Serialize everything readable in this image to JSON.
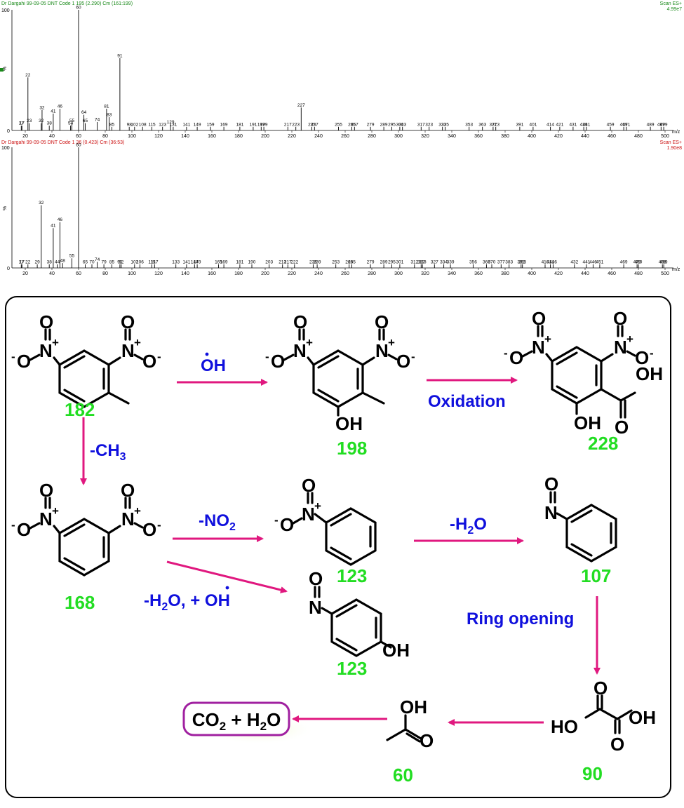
{
  "spectra": [
    {
      "header_left": "Dr Dargahi  99-09-05 DNT Code 1 195 (2.290) Cm (161:199)",
      "header_right": [
        "Scan ES+",
        "4.99e7"
      ],
      "color": "#1a8a1a",
      "y_top_label": "100",
      "y_mid_label": "%",
      "y_bottom_label": "0",
      "x_unit": "m/z",
      "x_ticks": [
        "20",
        "40",
        "60",
        "80",
        "100",
        "120",
        "140",
        "160",
        "180",
        "200",
        "220",
        "240",
        "260",
        "280",
        "300",
        "320",
        "340",
        "360",
        "380",
        "400",
        "420",
        "440",
        "460",
        "480",
        "500"
      ],
      "peaks": [
        [
          17,
          4,
          "17"
        ],
        [
          17.5,
          4,
          "17"
        ],
        [
          22,
          44,
          "22"
        ],
        [
          23,
          6,
          "23"
        ],
        [
          32,
          6,
          "32"
        ],
        [
          32.6,
          17,
          "32"
        ],
        [
          38,
          4,
          "38"
        ],
        [
          41,
          14,
          "41"
        ],
        [
          46,
          18,
          "46"
        ],
        [
          54,
          4,
          "54"
        ],
        [
          55,
          6,
          "55"
        ],
        [
          60,
          100,
          "60"
        ],
        [
          64,
          13,
          "64"
        ],
        [
          65,
          6,
          "65"
        ],
        [
          74,
          7,
          "74"
        ],
        [
          81,
          18,
          "81"
        ],
        [
          83,
          11,
          "83"
        ],
        [
          85,
          3,
          "85"
        ],
        [
          91,
          60,
          "91"
        ],
        [
          98,
          3,
          "98"
        ],
        [
          102,
          3,
          "102"
        ],
        [
          108,
          3,
          "108"
        ],
        [
          115,
          3,
          "115"
        ],
        [
          123,
          3,
          "123"
        ],
        [
          129,
          5,
          "129"
        ],
        [
          131,
          3,
          "131"
        ],
        [
          141,
          3,
          "141"
        ],
        [
          149,
          3,
          "149"
        ],
        [
          159,
          3,
          "159"
        ],
        [
          169,
          3,
          "169"
        ],
        [
          181,
          3,
          "181"
        ],
        [
          191,
          3,
          "191"
        ],
        [
          197,
          3,
          "197"
        ],
        [
          199,
          3,
          "199"
        ],
        [
          217,
          3,
          "217"
        ],
        [
          223,
          3,
          "223"
        ],
        [
          227,
          19,
          "227"
        ],
        [
          235,
          3,
          "235"
        ],
        [
          237,
          3,
          "237"
        ],
        [
          255,
          3,
          "255"
        ],
        [
          265,
          3,
          "265"
        ],
        [
          267,
          3,
          "267"
        ],
        [
          279,
          3,
          "279"
        ],
        [
          289,
          3,
          "289"
        ],
        [
          295,
          3,
          "295"
        ],
        [
          301,
          3,
          "301"
        ],
        [
          303,
          3,
          "303"
        ],
        [
          317,
          3,
          "317"
        ],
        [
          323,
          3,
          "323"
        ],
        [
          333,
          3,
          "333"
        ],
        [
          335,
          3,
          "335"
        ],
        [
          353,
          3,
          "353"
        ],
        [
          363,
          3,
          "363"
        ],
        [
          371,
          3,
          "371"
        ],
        [
          373,
          3,
          "373"
        ],
        [
          391,
          3,
          "391"
        ],
        [
          401,
          3,
          "401"
        ],
        [
          414,
          3,
          "414"
        ],
        [
          421,
          3,
          "421"
        ],
        [
          431,
          3,
          "431"
        ],
        [
          439,
          3,
          "439"
        ],
        [
          441,
          3,
          "441"
        ],
        [
          459,
          3,
          "459"
        ],
        [
          469,
          3,
          "469"
        ],
        [
          471,
          3,
          "471"
        ],
        [
          489,
          3,
          "489"
        ],
        [
          497,
          3,
          "497"
        ],
        [
          499,
          3,
          "499"
        ]
      ]
    },
    {
      "header_left": "Dr Dargahi  99-09-05 DNT Code 1 36 (0.423) Cm (36:53)",
      "header_right": [
        "Scan ES+",
        "1.90e8"
      ],
      "color": "#cc1111",
      "y_top_label": "100",
      "y_mid_label": "%",
      "y_bottom_label": "0",
      "x_unit": "m/z",
      "x_ticks": [
        "20",
        "40",
        "60",
        "80",
        "100",
        "120",
        "140",
        "160",
        "180",
        "200",
        "220",
        "240",
        "260",
        "280",
        "300",
        "320",
        "340",
        "360",
        "380",
        "400",
        "420",
        "440",
        "460",
        "480",
        "500"
      ],
      "peaks": [
        [
          17,
          3,
          "17"
        ],
        [
          17.5,
          3,
          "17"
        ],
        [
          22,
          3,
          "22"
        ],
        [
          29,
          3,
          "29"
        ],
        [
          32,
          52,
          "32"
        ],
        [
          38,
          3,
          "38"
        ],
        [
          41,
          33,
          "41"
        ],
        [
          44,
          3,
          "44"
        ],
        [
          46,
          38,
          "46"
        ],
        [
          48,
          4,
          "48"
        ],
        [
          55,
          8,
          "55"
        ],
        [
          60,
          100,
          "60"
        ],
        [
          65,
          3,
          "65"
        ],
        [
          70,
          3,
          "70"
        ],
        [
          74,
          5,
          "74"
        ],
        [
          79,
          3,
          "79"
        ],
        [
          85,
          3,
          "85"
        ],
        [
          91,
          3,
          "91"
        ],
        [
          92,
          3,
          "92"
        ],
        [
          102,
          3,
          "102"
        ],
        [
          106,
          3,
          "106"
        ],
        [
          115,
          3,
          "115"
        ],
        [
          117,
          3,
          "117"
        ],
        [
          133,
          3,
          "133"
        ],
        [
          141,
          3,
          "141"
        ],
        [
          147,
          3,
          "147"
        ],
        [
          149,
          3,
          "149"
        ],
        [
          165,
          3,
          "165"
        ],
        [
          169,
          3,
          "169"
        ],
        [
          181,
          3,
          "181"
        ],
        [
          190,
          3,
          "190"
        ],
        [
          203,
          3,
          "203"
        ],
        [
          213,
          3,
          "213"
        ],
        [
          217,
          3,
          "217"
        ],
        [
          222,
          3,
          "222"
        ],
        [
          236,
          3,
          "236"
        ],
        [
          239,
          3,
          "239"
        ],
        [
          253,
          3,
          "253"
        ],
        [
          263,
          3,
          "263"
        ],
        [
          265,
          3,
          "265"
        ],
        [
          279,
          3,
          "279"
        ],
        [
          289,
          3,
          "289"
        ],
        [
          295,
          3,
          "295"
        ],
        [
          301,
          3,
          "301"
        ],
        [
          312,
          3,
          "312"
        ],
        [
          317,
          3,
          "317"
        ],
        [
          318,
          3,
          "318"
        ],
        [
          327,
          3,
          "327"
        ],
        [
          334,
          3,
          "334"
        ],
        [
          339,
          3,
          "339"
        ],
        [
          356,
          3,
          "356"
        ],
        [
          366,
          3,
          "366"
        ],
        [
          370,
          3,
          "370"
        ],
        [
          377,
          3,
          "377"
        ],
        [
          383,
          3,
          "383"
        ],
        [
          392,
          3,
          "392"
        ],
        [
          393,
          3,
          "393"
        ],
        [
          410,
          3,
          "410"
        ],
        [
          414,
          3,
          "414"
        ],
        [
          416,
          3,
          "416"
        ],
        [
          432,
          3,
          "432"
        ],
        [
          441,
          3,
          "441"
        ],
        [
          446,
          3,
          "446"
        ],
        [
          451,
          3,
          "451"
        ],
        [
          469,
          3,
          "469"
        ],
        [
          479,
          3,
          "479"
        ],
        [
          480,
          3,
          "480"
        ],
        [
          498,
          3,
          "498"
        ],
        [
          499,
          3,
          "499"
        ]
      ]
    }
  ],
  "scheme": {
    "masses": {
      "dnt": "182",
      "hydroxy": "198",
      "acid": "228",
      "dnb": "168",
      "nitrobenzene": "123",
      "nitrosophenol": "123",
      "nitrosobenzene": "107",
      "oxalic": "90",
      "acetic": "60"
    },
    "conditions": {
      "oh": "OH",
      "oxidation": "Oxidation",
      "ch3_prefix": "-CH",
      "ch3_sub": "3",
      "no2_prefix": "-NO",
      "no2_sub": "2",
      "h2o_prefix": "-H",
      "h2o_sub": "2",
      "h2o_suffix": "O",
      "h2o_oh_prefix": "-H",
      "h2o_oh_sub": "2",
      "h2o_oh_suffix": "O, + OH",
      "ring_opening": "Ring opening"
    },
    "final": {
      "co": "CO",
      "co_sub": "2",
      "plus": " + H",
      "h_sub": "2",
      "o": "O"
    },
    "atoms": {
      "N": "N",
      "O": "O",
      "OH": "OH",
      "HO": "HO",
      "plus": "+",
      "minus": "-"
    },
    "colors": {
      "arrow": "#e0187f",
      "mass": "#22dd22",
      "condition": "#1010dd",
      "box": "#a020a0"
    }
  }
}
